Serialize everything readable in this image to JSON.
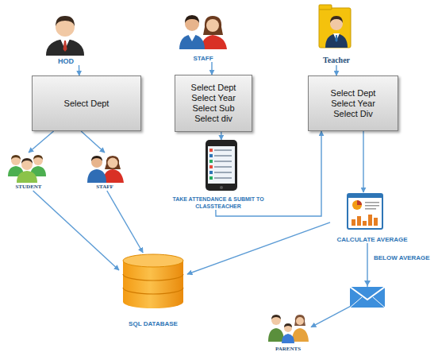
{
  "diagram": {
    "nodes": [
      {
        "text": [
          "HOD"
        ]
      },
      {
        "text": [
          "STAFF"
        ]
      },
      {
        "text": [
          "Teacher"
        ]
      },
      {
        "text": [
          "Select Dept"
        ]
      },
      {
        "text": [
          "Select Dept",
          "Select Year",
          "Select Sub",
          "Select div"
        ]
      },
      {
        "text": [
          "Select Dept",
          "Select Year",
          "Select Div"
        ]
      },
      {
        "text": [
          "STUDENT"
        ]
      },
      {
        "text": [
          "STAFF"
        ]
      },
      {
        "text": [
          "TAKE ATTENDANCE & SUBMIT TO CLASSTEACHER"
        ]
      },
      {
        "text": [
          "CALCULATE AVERAGE"
        ]
      },
      {
        "text": [
          "SQL DATABASE"
        ]
      },
      {
        "text": [
          "PARENTS"
        ]
      }
    ],
    "edges": [
      {
        "from": 0,
        "to": 3,
        "arrow": "to"
      },
      {
        "from": 3,
        "to": 6,
        "arrow": "to"
      },
      {
        "from": 3,
        "to": 7,
        "arrow": "to"
      },
      {
        "from": 1,
        "to": 4,
        "arrow": "to"
      },
      {
        "from": 2,
        "to": 5,
        "arrow": "to"
      },
      {
        "from": 4,
        "to": 8,
        "arrow": "to"
      },
      {
        "from": 8,
        "to": 5,
        "arrow": "to"
      },
      {
        "from": 5,
        "to": 9,
        "arrow": "to"
      },
      {
        "from": 9,
        "to": 10,
        "arrow": "to"
      },
      {
        "from": 6,
        "to": 10,
        "arrow": "to"
      },
      {
        "from": 7,
        "to": 10,
        "arrow": "to"
      },
      {
        "from": 9,
        "to": 11,
        "label": "BELOW AVERAGE",
        "arrow": "to"
      }
    ]
  }
}
